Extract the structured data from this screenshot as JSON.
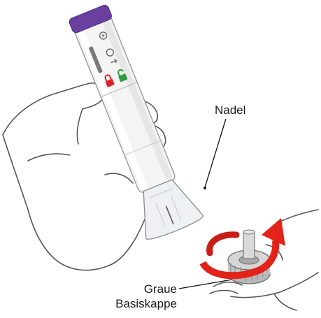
{
  "labels": {
    "needle": "Nadel",
    "grey_cap_line1": "Graue",
    "grey_cap_line2": "Basiskappe"
  },
  "pen": {
    "cap_color": "#6b3fa0",
    "lock_closed_icon": "lock-closed-icon",
    "lock_open_icon": "lock-open-icon",
    "lock_closed_color": "#d7262a",
    "lock_open_color": "#2e9b3e"
  },
  "arrow": {
    "color": "#e2231a",
    "direction": "counterclockwise-twist"
  }
}
